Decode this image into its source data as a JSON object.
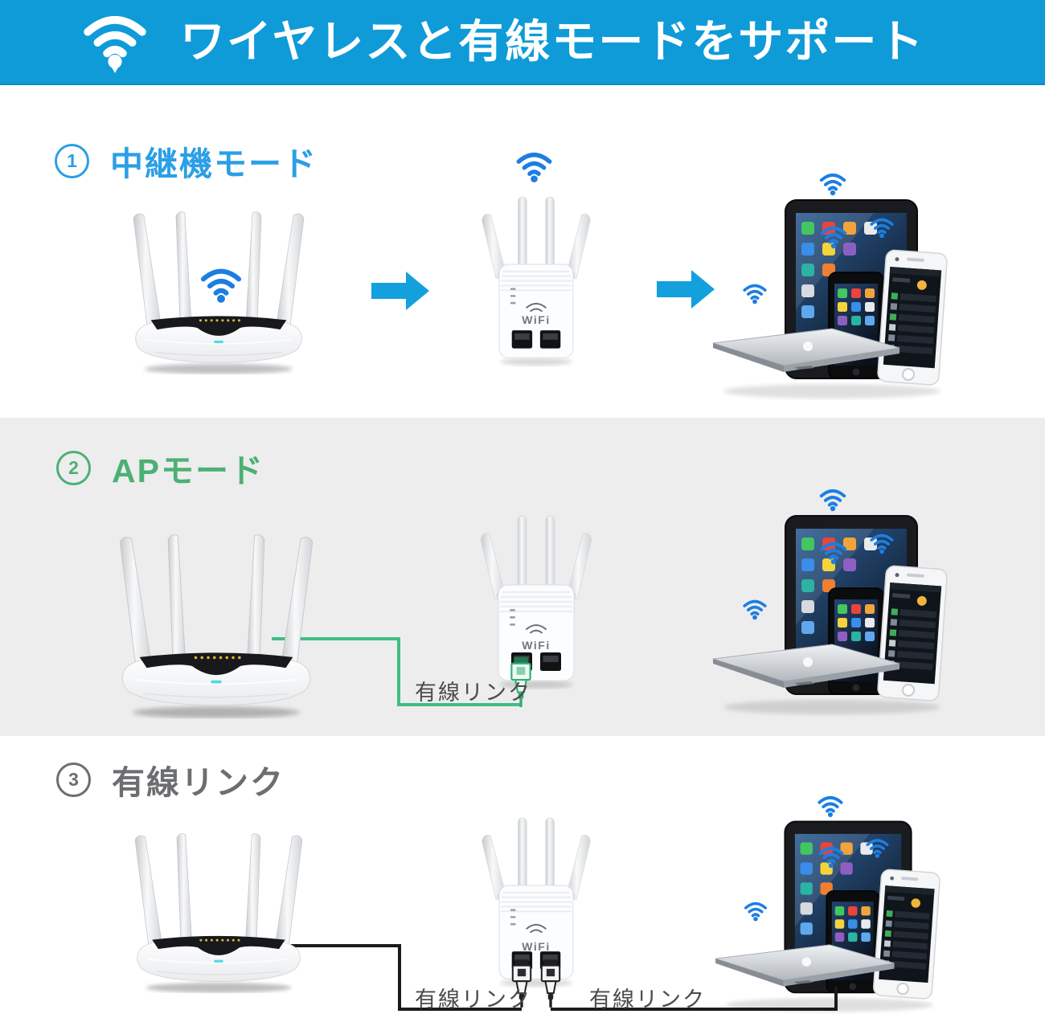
{
  "header": {
    "title": "ワイヤレスと有線モードをサポート"
  },
  "sections": [
    {
      "number": "1",
      "title": "中継機モード"
    },
    {
      "number": "2",
      "title": "APモード"
    },
    {
      "number": "3",
      "title": "有線リンク"
    }
  ],
  "wired_labels": {
    "ap_mode": "有線リンク",
    "wired_left": "有線リンク",
    "wired_right": "有線リンク"
  },
  "extender": {
    "logo": "WiFi"
  },
  "colors": {
    "header_bg": "#0e9bd8",
    "arrow": "#14a0dd",
    "wifi_icon": "#1d7ee2",
    "accent_1": "#2b9fe6",
    "accent_2": "#4cb074",
    "accent_3": "#6d6e71",
    "gray_band": "#ededee",
    "wired_green": "#41bd85",
    "wired_black": "#1b1b1b",
    "label_text": "#4a4b4d"
  }
}
